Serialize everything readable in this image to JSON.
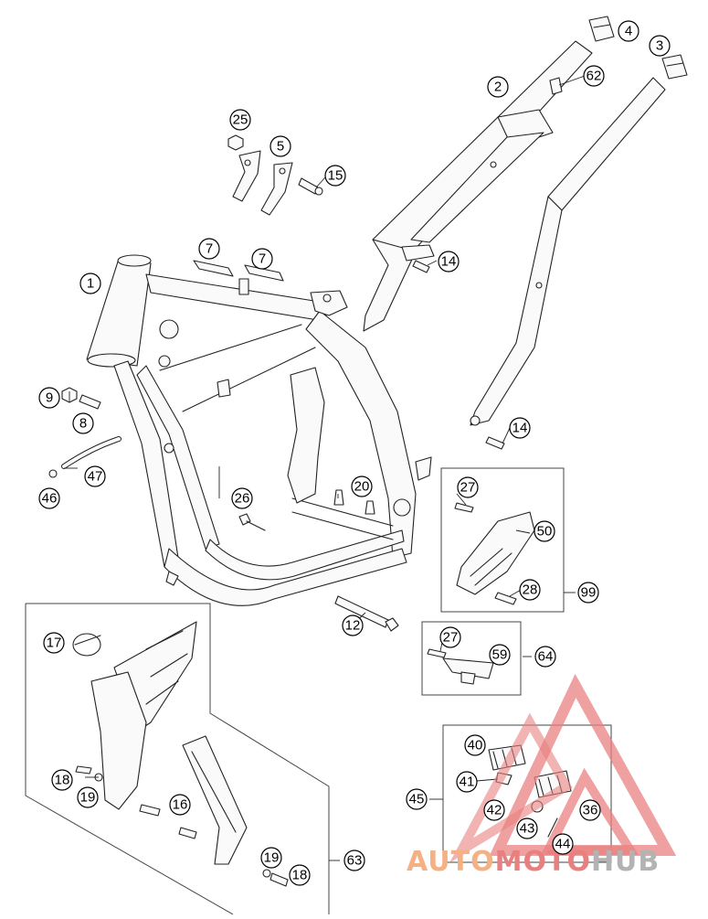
{
  "callouts": [
    {
      "id": "c1",
      "label": "1"
    },
    {
      "id": "c2",
      "label": "2"
    },
    {
      "id": "c3",
      "label": "3"
    },
    {
      "id": "c4",
      "label": "4"
    },
    {
      "id": "c5",
      "label": "5"
    },
    {
      "id": "c7a",
      "label": "7"
    },
    {
      "id": "c7b",
      "label": "7"
    },
    {
      "id": "c8",
      "label": "8"
    },
    {
      "id": "c9",
      "label": "9"
    },
    {
      "id": "c12",
      "label": "12"
    },
    {
      "id": "c14a",
      "label": "14"
    },
    {
      "id": "c14b",
      "label": "14"
    },
    {
      "id": "c15",
      "label": "15"
    },
    {
      "id": "c16",
      "label": "16"
    },
    {
      "id": "c17",
      "label": "17"
    },
    {
      "id": "c18a",
      "label": "18"
    },
    {
      "id": "c18b",
      "label": "18"
    },
    {
      "id": "c19a",
      "label": "19"
    },
    {
      "id": "c19b",
      "label": "19"
    },
    {
      "id": "c20",
      "label": "20"
    },
    {
      "id": "c25",
      "label": "25"
    },
    {
      "id": "c26",
      "label": "26"
    },
    {
      "id": "c27a",
      "label": "27"
    },
    {
      "id": "c27b",
      "label": "27"
    },
    {
      "id": "c28",
      "label": "28"
    },
    {
      "id": "c36",
      "label": "36"
    },
    {
      "id": "c40",
      "label": "40"
    },
    {
      "id": "c41",
      "label": "41"
    },
    {
      "id": "c42",
      "label": "42"
    },
    {
      "id": "c43",
      "label": "43"
    },
    {
      "id": "c44",
      "label": "44"
    },
    {
      "id": "c45",
      "label": "45"
    },
    {
      "id": "c46",
      "label": "46"
    },
    {
      "id": "c47",
      "label": "47"
    },
    {
      "id": "c50",
      "label": "50"
    },
    {
      "id": "c59",
      "label": "59"
    },
    {
      "id": "c62",
      "label": "62"
    },
    {
      "id": "c63",
      "label": "63"
    },
    {
      "id": "c64",
      "label": "64"
    },
    {
      "id": "c99",
      "label": "99"
    }
  ],
  "watermark": {
    "part1": "AUTO",
    "part2": "MOTO",
    "part3": "HUB",
    "color_orange": "#f4b183",
    "color_red": "#e98080",
    "color_grey": "#b3b3b3"
  }
}
